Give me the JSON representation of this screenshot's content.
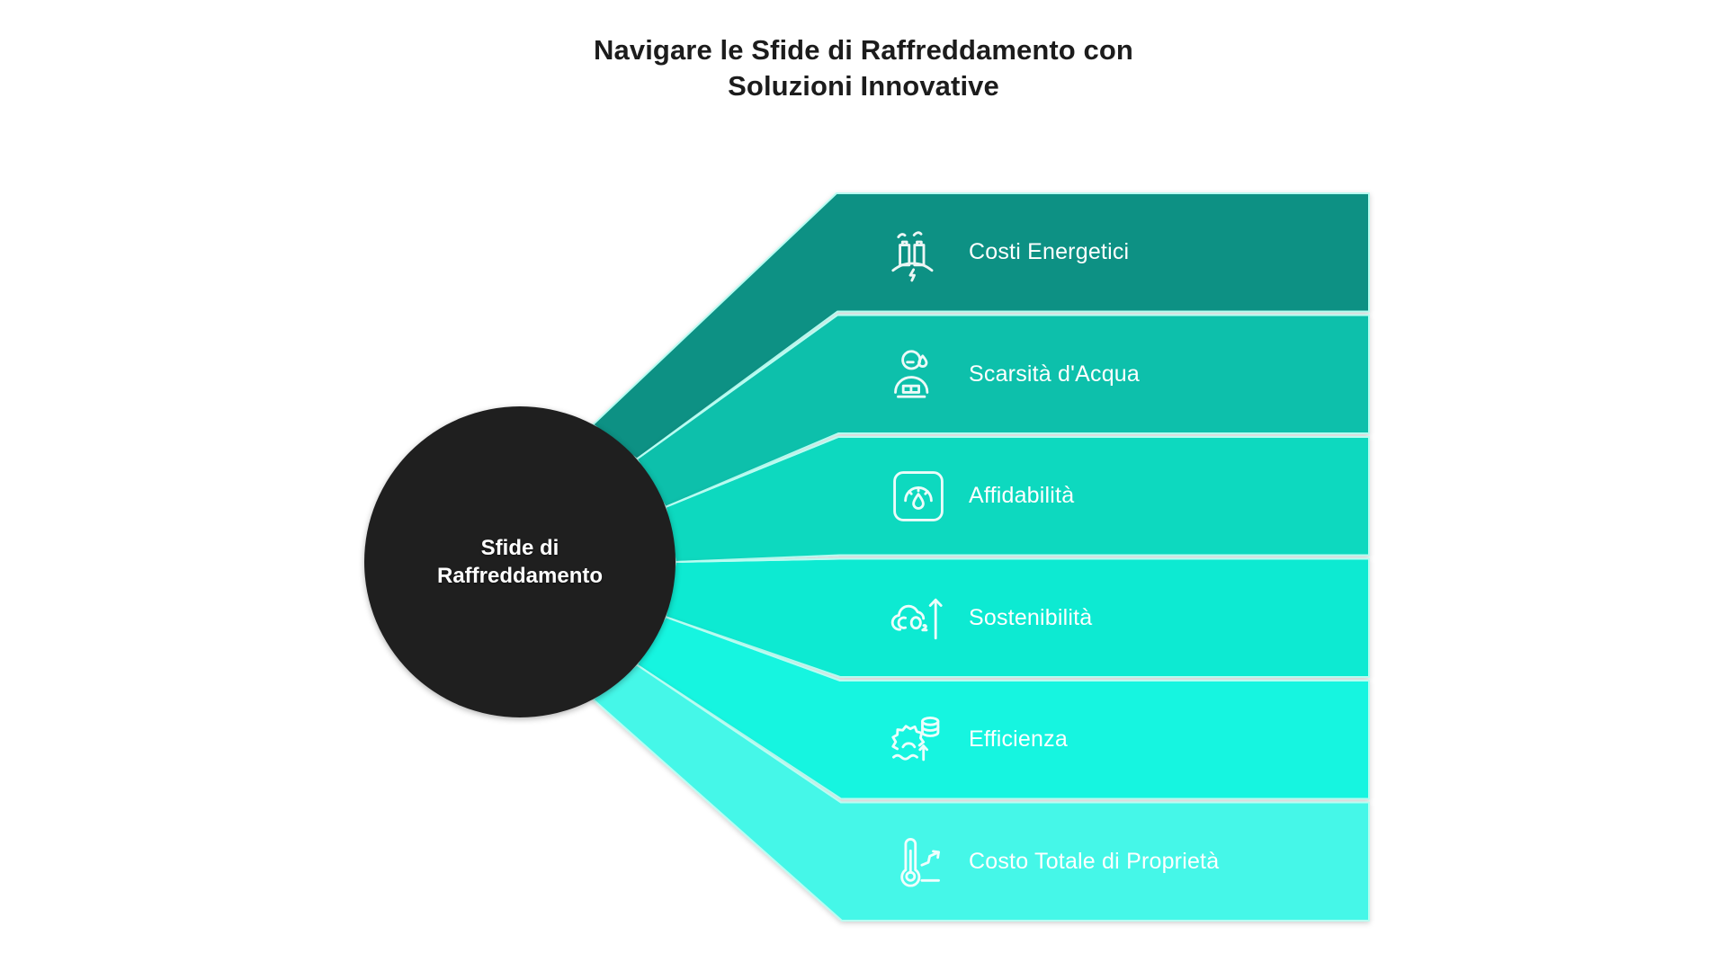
{
  "title": {
    "line1": "Navigare le Sfide di Raffreddamento con",
    "line2": "Soluzioni Innovative"
  },
  "hub": {
    "line1": "Sfide di",
    "line2": "Raffreddamento",
    "color": "#1f1f1f",
    "text_color": "#ffffff"
  },
  "background": "#ffffff",
  "divider_color": "#b8fdf2",
  "chart_data": {
    "type": "diagram",
    "diagram_kind": "fan-funnel",
    "title": "Navigare le Sfide di Raffreddamento con Soluzioni Innovative",
    "center_node": "Sfide di Raffreddamento",
    "branch_count": 6,
    "branches": [
      {
        "label": "Costi Energetici",
        "icon": "power-plant-energy-icon",
        "color": "#0b9184",
        "order": 1
      },
      {
        "label": "Scarsità d'Acqua",
        "icon": "water-scarcity-icon",
        "color": "#0ac0ab",
        "order": 2
      },
      {
        "label": "Affidabilità",
        "icon": "reliability-gauge-icon",
        "color": "#0ad9bf",
        "order": 3
      },
      {
        "label": "Sostenibilità",
        "icon": "co2-cloud-arrow-icon",
        "color": "#10ead2",
        "order": 4
      },
      {
        "label": "Efficienza",
        "icon": "gear-data-arrow-icon",
        "color": "#12f5e0",
        "order": 5
      },
      {
        "label": "Costo Totale di Proprietà",
        "icon": "thermometer-trend-icon",
        "color": "#45f7e8",
        "order": 6
      }
    ]
  }
}
